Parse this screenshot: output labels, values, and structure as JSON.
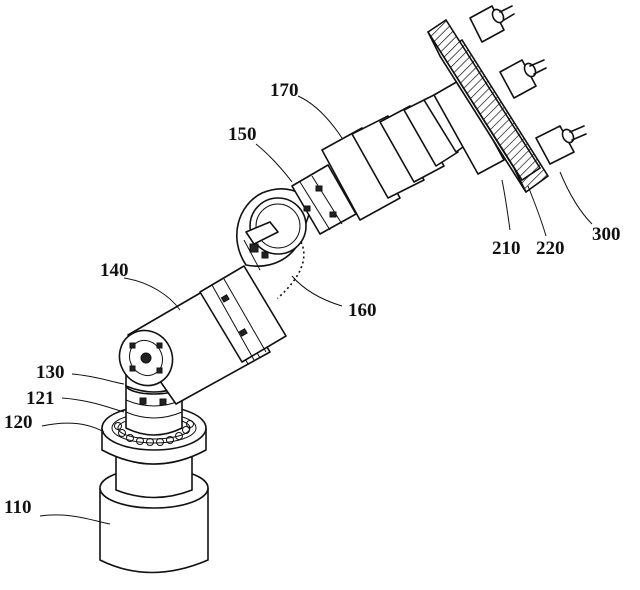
{
  "labels": {
    "l110": "110",
    "l120": "120",
    "l121": "121",
    "l130": "130",
    "l140": "140",
    "l150": "150",
    "l160": "160",
    "l170": "170",
    "l210": "210",
    "l220": "220",
    "l300": "300"
  }
}
